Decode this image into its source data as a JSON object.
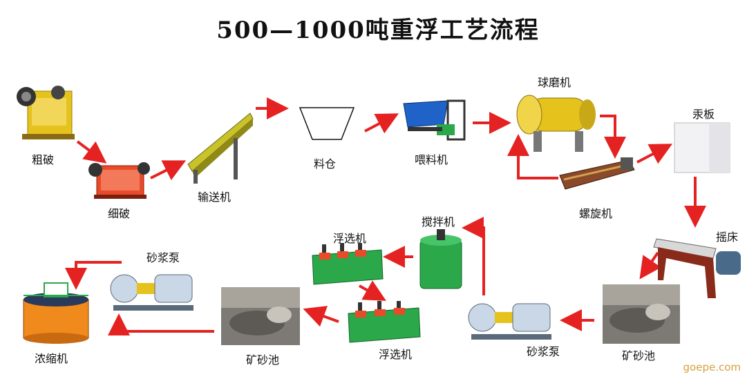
{
  "title": "500—1000吨重浮工艺流程",
  "watermark": "goepe.com",
  "colors": {
    "arrow": "#e52222",
    "machine_red": "#e84a2a",
    "machine_yellow": "#e6c21d",
    "machine_green": "#2aa84a",
    "pump_blue": "#c9d7e6",
    "thickener_orange": "#f08a1d"
  },
  "nodes": {
    "coarse_crusher": {
      "label": "粗破",
      "icon": "jaw-crusher"
    },
    "fine_crusher": {
      "label": "细破",
      "icon": "jaw-crusher"
    },
    "conveyor": {
      "label": "输送机",
      "icon": "belt-conveyor"
    },
    "bin": {
      "label": "料仓",
      "icon": "hopper"
    },
    "feeder": {
      "label": "喂料机",
      "icon": "vibrating-feeder"
    },
    "ball_mill": {
      "label": "球磨机",
      "icon": "ball-mill"
    },
    "classifier": {
      "label": "螺旋机",
      "icon": "spiral-classifier"
    },
    "jig_board": {
      "label": "汞板",
      "icon": "mercury-plate"
    },
    "shaking_table": {
      "label": "摇床",
      "icon": "shaking-table"
    },
    "pond_right": {
      "label": "矿砂池",
      "icon": "sand-pond"
    },
    "pump_right": {
      "label": "砂浆泵",
      "icon": "slurry-pump"
    },
    "agitator": {
      "label": "搅拌机",
      "icon": "agitation-tank"
    },
    "flotation_top": {
      "label": "浮选机",
      "icon": "flotation-cell"
    },
    "flotation_bottom": {
      "label": "浮选机",
      "icon": "flotation-cell"
    },
    "pond_left": {
      "label": "矿砂池",
      "icon": "sand-pond"
    },
    "pump_left": {
      "label": "砂浆泵",
      "icon": "slurry-pump"
    },
    "thickener": {
      "label": "浓缩机",
      "icon": "thickener"
    }
  }
}
